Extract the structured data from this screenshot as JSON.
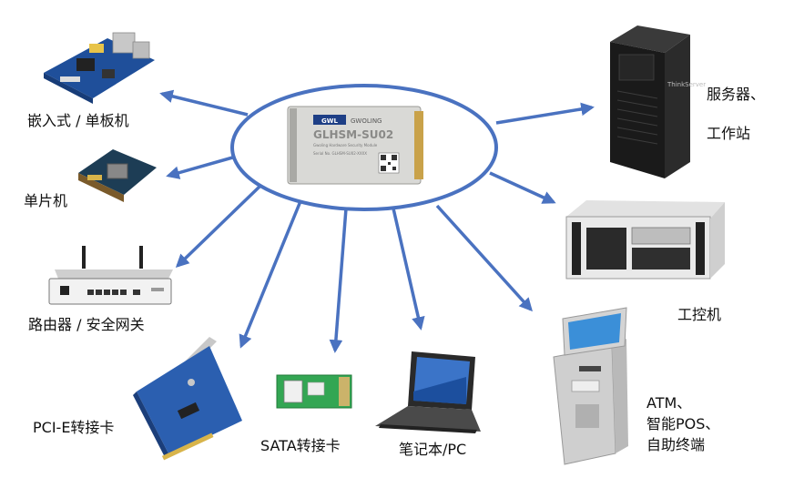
{
  "center": {
    "brand": "GWOLING",
    "model": "GLHSM-SU02",
    "small_text_1": "Gwoling Hardware Security Module",
    "small_text_2": "Serial No. GLHSM-SU02-XXXX"
  },
  "labels": {
    "embedded": "嵌入式 / 单板机",
    "mcu": "单片机",
    "router": "路由器 / 安全网关",
    "pcie": "PCI-E转接卡",
    "sata": "SATA转接卡",
    "laptop": "笔记本/PC",
    "server_line1": "服务器、",
    "server_line2": "工作站",
    "ipc": "工控机",
    "kiosk_line1": "ATM、",
    "kiosk_line2": "智能POS、",
    "kiosk_line3": "自助终端"
  },
  "colors": {
    "ellipse": "#4a72c0",
    "arrow": "#4a72c0",
    "card": "#d9d9d6",
    "pcb_blue": "#1f4f9a",
    "pcb_green": "#2fa44f"
  },
  "icons": [
    "embedded-board-icon",
    "mcu-board-icon",
    "router-icon",
    "pcie-card-icon",
    "sata-card-icon",
    "laptop-icon",
    "server-tower-icon",
    "industrial-pc-icon",
    "kiosk-icon",
    "hsm-module-icon"
  ]
}
